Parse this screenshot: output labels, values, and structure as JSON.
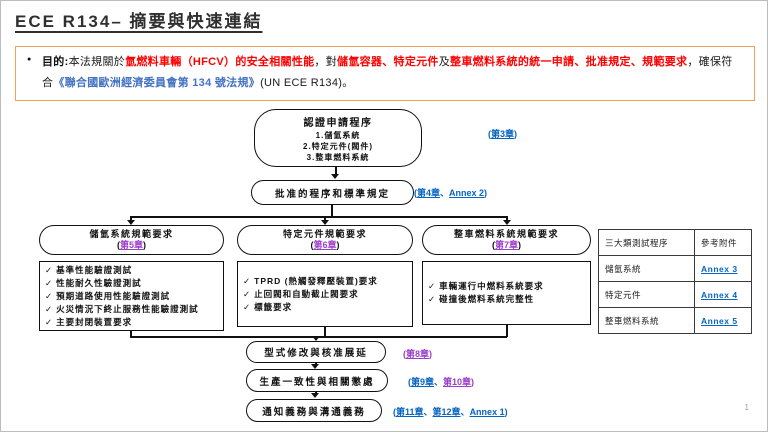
{
  "slide": {
    "title": "ECE R134– 摘要與快速連結",
    "page_number": "1"
  },
  "glyphs": {
    "bullet": "●",
    "check": "✓"
  },
  "colors": {
    "accent_orange": "#F2A05A",
    "emphasis_red": "#FF0000",
    "hyperlink_blue": "#0563C1",
    "law_reference_blue": "#4472C4",
    "visited_link_purple": "#9B3EC8"
  },
  "purpose": {
    "segments": {
      "s0": "目的:",
      "s1": "本法規關於",
      "s2": "氫燃料車輛（HFCV）的安全相關性能",
      "s3": "，對",
      "s4": "儲氫容器、特定元件",
      "s5": "及",
      "s6": "整車燃料系統的統一申請、批准規定、規範要求",
      "s7": "，確保符合",
      "s8": "《聯合國歐洲經濟委員會第 134 號法規》",
      "s9": "(UN ECE R134)。"
    }
  },
  "flow": {
    "application": {
      "title": "認證申請程序",
      "items": [
        "1.儲氫系統",
        "2.特定元件(閥件)",
        "3.整車燃料系統"
      ],
      "link": {
        "open": "(",
        "chapter": "第3章",
        "close": ")"
      }
    },
    "approval": {
      "label": "批准的程序和標準規定",
      "link": {
        "open": "(",
        "chapter": "第4章",
        "sep": "、",
        "annex": "Annex 2",
        "close": ")"
      }
    },
    "columns": [
      {
        "header": "儲氫系統規範要求",
        "link": {
          "open": "(",
          "chapter": "第5章",
          "close": ")"
        },
        "items": [
          "基準性能驗證測試",
          "性能耐久性驗證測試",
          "預期道路使用性能驗證測試",
          "火災情況下終止服務性能驗證測試",
          "主要封閉裝置要求"
        ]
      },
      {
        "header": "特定元件規範要求",
        "link": {
          "open": "(",
          "chapter": "第6章",
          "close": ")"
        },
        "items": [
          "TPRD (熱觸發釋壓裝置)要求",
          "止回閥和自動截止閥要求",
          "標籤要求"
        ]
      },
      {
        "header": "整車燃料系統規範要求",
        "link": {
          "open": "(",
          "chapter": "第7章",
          "close": ")"
        },
        "items": [
          "車輛運行中燃料系統要求",
          "碰撞後燃料系統完整性"
        ]
      }
    ],
    "modification": {
      "label": "型式修改與核准展延",
      "link": {
        "open": "(",
        "chapter": "第8章",
        "close": ")"
      }
    },
    "conformity": {
      "label": "生產一致性與相關懲處",
      "link": {
        "open": "(",
        "a": "第9章",
        "sep": "、",
        "b": "第10章",
        "close": ")"
      }
    },
    "notification": {
      "label": "通知義務與溝通義務",
      "link": {
        "open": "(",
        "a": "第11章",
        "sep1": "、",
        "b": "第12章",
        "sep2": "、",
        "c": "Annex 1",
        "close": ")"
      }
    }
  },
  "annex_table": {
    "headers": [
      "三大類測試程序",
      "參考附件"
    ],
    "rows": [
      {
        "category": "儲氫系統",
        "annex": "Annex 3"
      },
      {
        "category": "特定元件",
        "annex": "Annex 4"
      },
      {
        "category": "整車燃料系統",
        "annex": "Annex 5"
      }
    ]
  }
}
